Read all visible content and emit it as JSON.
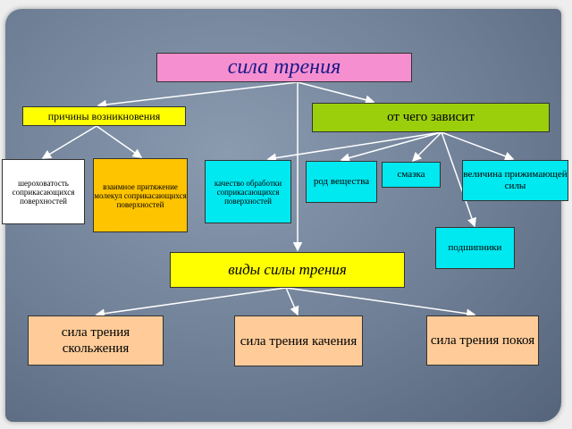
{
  "title": "сила трения",
  "causes": {
    "header": "причины возникновения",
    "items": [
      "шероховатость соприкасающихся поверхностей",
      "взаимное притяжение молекул соприкасающихся поверхностей"
    ]
  },
  "depends": {
    "header": "от чего зависит",
    "items": [
      "качество обработки соприкасающихся поверхностей",
      "род вещества",
      "смазка",
      "величина прижимающей силы",
      "подшипники"
    ]
  },
  "types": {
    "header": "виды силы трения",
    "items": [
      "сила трения скольжения",
      "сила трения качения",
      "сила трения покоя"
    ]
  },
  "colors": {
    "title": "#f68fcf",
    "causes": "#ffff00",
    "depends": "#9bcf0c",
    "cause_items": "#ffc400",
    "depend_items": "#00e8f0",
    "types": "#ffff00",
    "type_items": "#ffcc99"
  }
}
